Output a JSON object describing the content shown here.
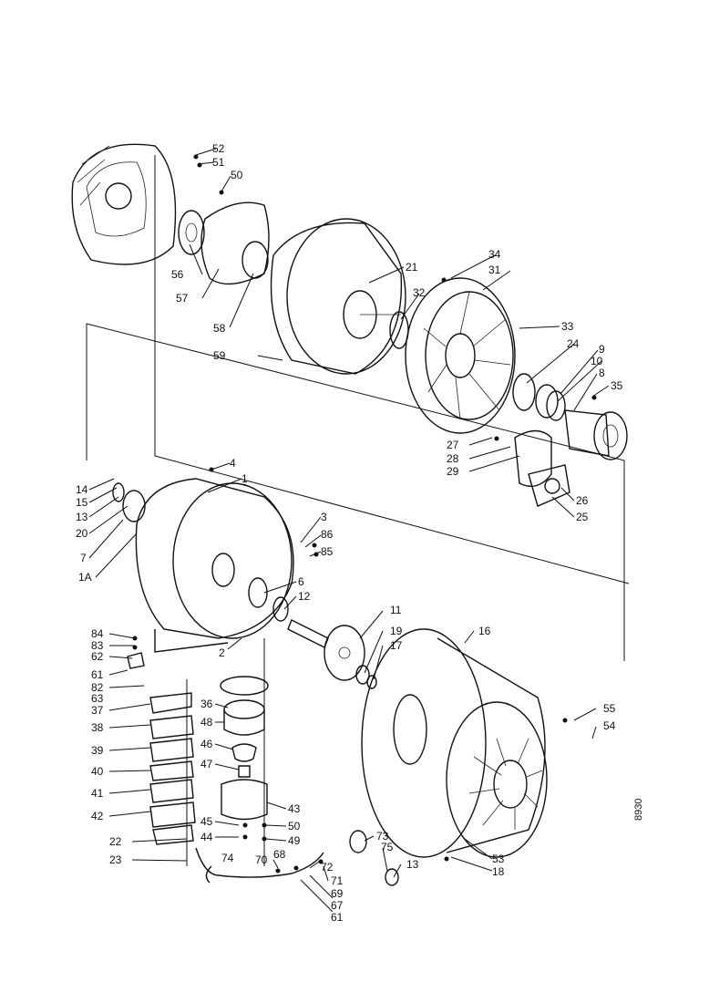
{
  "drawing_code": "8930",
  "callouts": [
    "52",
    "51",
    "50",
    "56",
    "57",
    "58",
    "59",
    "21",
    "32",
    "34",
    "31",
    "33",
    "24",
    "9",
    "10",
    "8",
    "35",
    "27",
    "28",
    "29",
    "26",
    "25",
    "4",
    "1",
    "14",
    "15",
    "13",
    "20",
    "7",
    "1A",
    "3",
    "86",
    "85",
    "6",
    "12",
    "84",
    "83",
    "62",
    "61",
    "82",
    "63",
    "37",
    "38",
    "39",
    "40",
    "41",
    "42",
    "22",
    "23",
    "36",
    "48",
    "46",
    "47",
    "43",
    "45",
    "44",
    "74",
    "70",
    "68",
    "72",
    "71",
    "69",
    "67",
    "61",
    "50",
    "49",
    "73",
    "75",
    "13",
    "11",
    "19",
    "17",
    "16",
    "55",
    "54",
    "53",
    "18",
    "2"
  ]
}
